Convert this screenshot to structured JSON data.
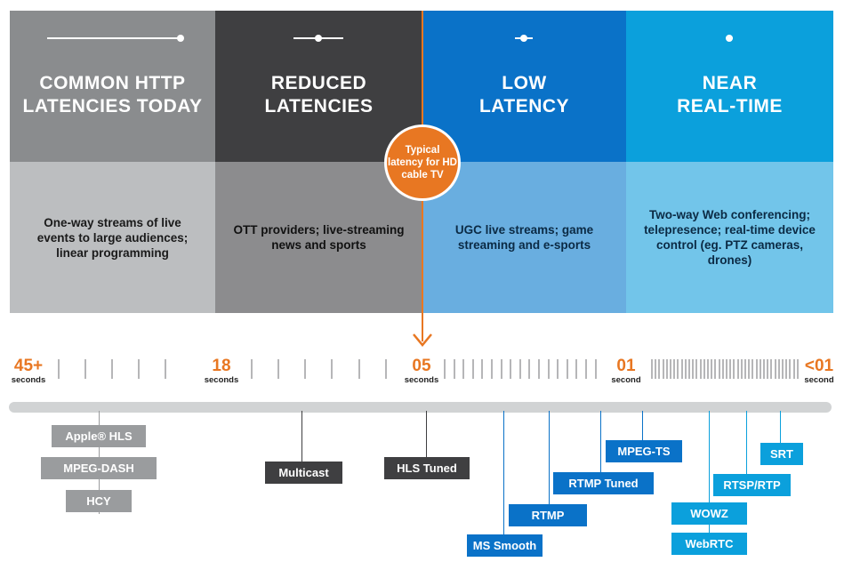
{
  "columns": [
    {
      "title_line1": "COMMON HTTP",
      "title_line2": "LATENCIES TODAY",
      "desc": "One-way streams of live events to large audiences; linear programming"
    },
    {
      "title_line1": "REDUCED",
      "title_line2": "LATENCIES",
      "desc": "OTT providers; live-streaming news and sports"
    },
    {
      "title_line1": "LOW",
      "title_line2": "LATENCY",
      "desc": "UGC live streams; game streaming and e-sports"
    },
    {
      "title_line1": "NEAR",
      "title_line2": "REAL-TIME",
      "desc": "Two-way Web conferencing; telepresence; real-time device control (eg. PTZ cameras, drones)"
    }
  ],
  "badge": "Typical latency for HD cable TV",
  "timeline": [
    {
      "num": "45+",
      "unit": "seconds"
    },
    {
      "num": "18",
      "unit": "seconds"
    },
    {
      "num": "05",
      "unit": "seconds"
    },
    {
      "num": "01",
      "unit": "second"
    },
    {
      "num": "<01",
      "unit": "second"
    }
  ],
  "protocols": {
    "apple_hls": "Apple® HLS",
    "mpeg_dash": "MPEG-DASH",
    "hcy": "HCY",
    "multicast": "Multicast",
    "hls_tuned": "HLS Tuned",
    "ms_smooth": "MS Smooth",
    "rtmp": "RTMP",
    "rtmp_tuned": "RTMP Tuned",
    "mpeg_ts": "MPEG-TS",
    "wowz": "WOWZ",
    "webrtc": "WebRTC",
    "rtsp_rtp": "RTSP/RTP",
    "srt": "SRT"
  },
  "colors": {
    "col1_top": "#8a8c8e",
    "col1_bot": "#bcbec0",
    "col2_top": "#3f3f41",
    "col2_bot": "#8c8c8e",
    "col3_top": "#0a72c8",
    "col3_bot": "#69aee0",
    "col4_top": "#0ba0dc",
    "col4_bot": "#72c5ea",
    "accent": "#e87722"
  }
}
